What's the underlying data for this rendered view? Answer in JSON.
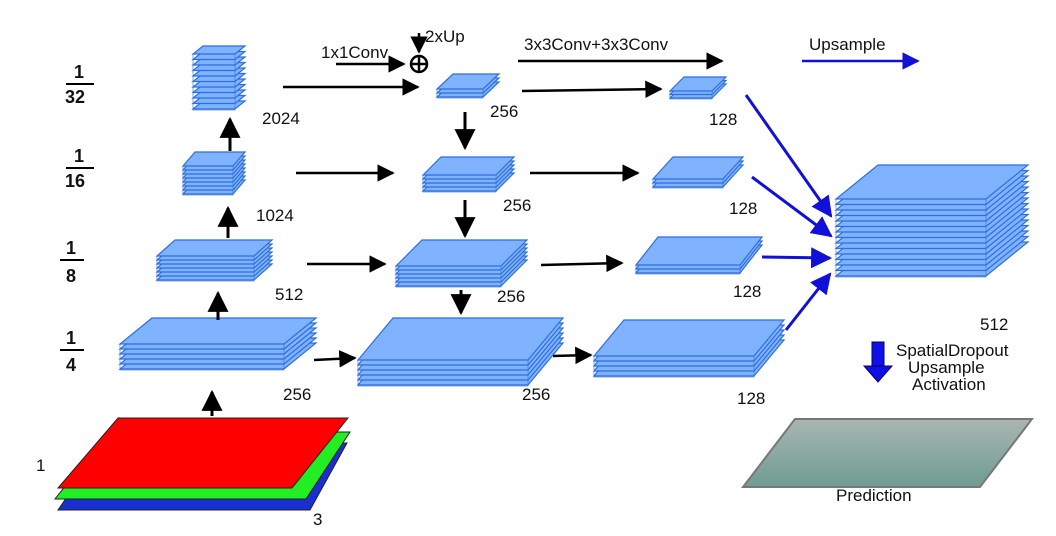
{
  "scale_labels": [
    {
      "num": "1",
      "den": "32"
    },
    {
      "num": "1",
      "den": "16"
    },
    {
      "num": "1",
      "den": "8"
    },
    {
      "num": "1",
      "den": "4"
    }
  ],
  "input": {
    "label_top": "1",
    "label_bottom": "3"
  },
  "encoder_channels": [
    "2024",
    "1024",
    "512",
    "256"
  ],
  "lateral_channels": [
    "256",
    "256",
    "256",
    "256"
  ],
  "head_channels": [
    "128",
    "128",
    "128",
    "128"
  ],
  "fused_channels": "512",
  "annotations": {
    "conv1x1": "1x1Conv",
    "up2x": "2xUp",
    "conv3x3": "3x3Conv+3x3Conv",
    "upsample": "Upsample"
  },
  "post_ops": [
    "SpatialDropout",
    "Upsample",
    "Activation"
  ],
  "output_label": "Prediction",
  "colors": {
    "block_top": "#7fb2ff",
    "block_side": "#2f6fdc",
    "input_red": "#ff0000",
    "input_green": "#22ee22",
    "input_blue": "#1a2fd0",
    "upsample_arrow": "#1010d8",
    "prediction_top": "#a9b6b1",
    "prediction_bottom": "#6f9c92"
  }
}
